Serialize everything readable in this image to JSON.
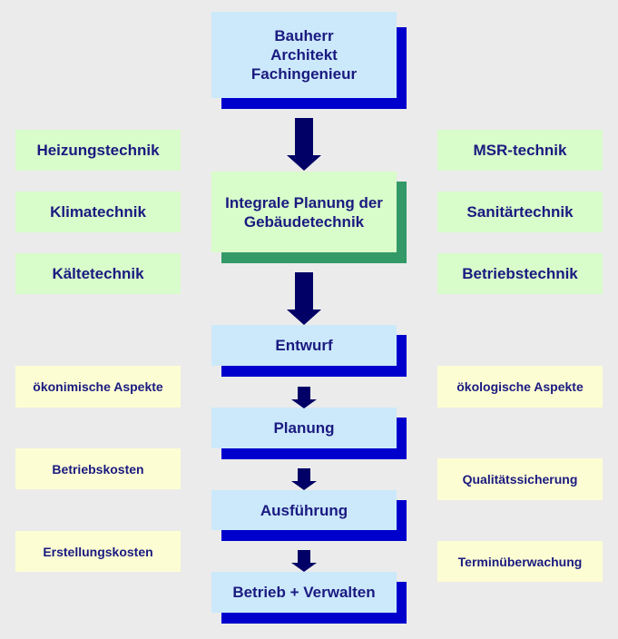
{
  "colors": {
    "background": "#ebebeb",
    "text": "#1a1a80",
    "stage_fill": "#cce9fb",
    "stage_shadow": "#0000cc",
    "integral_fill": "#d8fcca",
    "integral_shadow": "#339966",
    "discipline_fill": "#d8fcca",
    "aspect_fill": "#fdfdd4",
    "arrow": "#000066"
  },
  "top_box": {
    "lines": [
      "Bauherr",
      "Architekt",
      "Fachingenieur"
    ]
  },
  "integral_box": {
    "lines": [
      "Integrale Planung der",
      "Gebäudetechnik"
    ]
  },
  "disciplines_left": [
    "Heizungstechnik",
    "Klimatechnik",
    "Kältetechnik"
  ],
  "disciplines_right": [
    "MSR-technik",
    "Sanitärtechnik",
    "Betriebstechnik"
  ],
  "stages": [
    "Entwurf",
    "Planung",
    "Ausführung",
    "Betrieb + Verwalten"
  ],
  "aspects_left": [
    "ökonimische Aspekte",
    "Betriebskosten",
    "Erstellungskosten"
  ],
  "aspects_right": [
    "ökologische Aspekte",
    "Qualitätssicherung",
    "Terminüberwachung"
  ]
}
